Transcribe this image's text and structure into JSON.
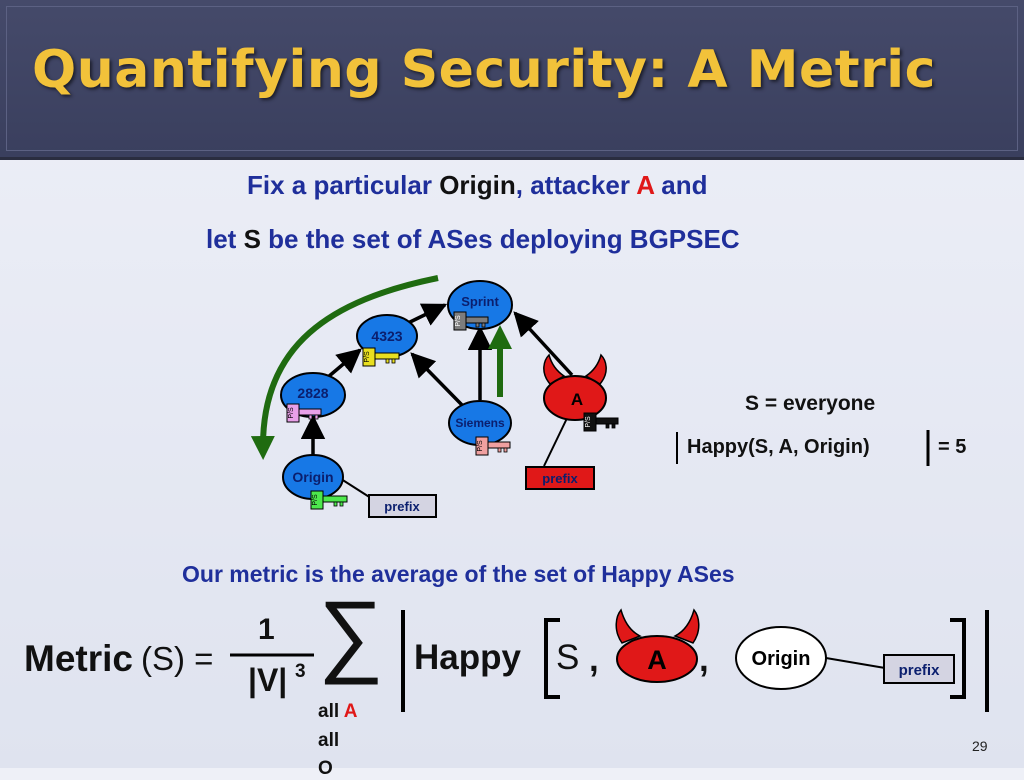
{
  "title": "Quantifying Security: A Metric",
  "intro": {
    "line1": {
      "p1": "Fix a particular ",
      "origin": "Origin",
      "p2": ", attacker ",
      "attacker": "A",
      "p3": " and"
    },
    "line2": {
      "p1": "let ",
      "s": "S",
      "p2": " be the set of ASes deploying BGPSEC"
    }
  },
  "diagram": {
    "nodes": {
      "sprint": "Sprint",
      "n4323": "4323",
      "n2828": "2828",
      "siemens": "Siemens",
      "attacker": "A",
      "origin": "Origin"
    },
    "key_label": "P/S",
    "prefix_origin": "prefix",
    "prefix_attacker": "prefix"
  },
  "side": {
    "s_everyone": "S = everyone",
    "happy_expr": "Happy(S, A, Origin)",
    "happy_value": "= 5"
  },
  "metric_note": "Our metric is the average of the set of Happy ASes",
  "formula": {
    "metric_word": "Metric",
    "metric_arg": "(S) =",
    "numerator": "1",
    "denominator": "|V|",
    "exponent": "3",
    "sum_symbol": "∑",
    "happy": "Happy",
    "s": "S",
    "comma1": ",",
    "attacker": "A",
    "comma2": ",",
    "origin": "Origin",
    "prefix": "prefix",
    "under_all": "all",
    "under_a": "A",
    "under_all2": "all",
    "under_o": "O"
  },
  "slide_number": "29",
  "colors": {
    "title": "#f2c23a",
    "blue_text": "#1f2f9b",
    "red": "#e01818",
    "node_blue": "#1778e6",
    "arrow_green": "#1f6b10"
  }
}
